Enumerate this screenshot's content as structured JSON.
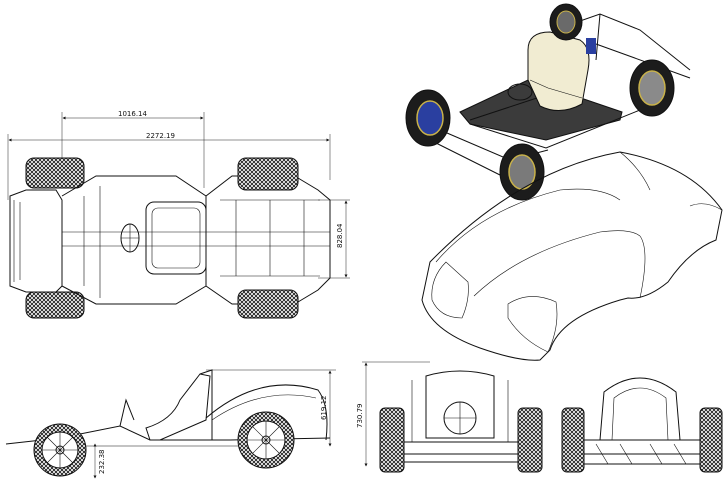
{
  "dimensions": {
    "top_wheelbase": "1016.14",
    "top_overall_length": "2272.19",
    "top_width": "828.04",
    "side_height": "619.12",
    "side_ground_clearance": "232.38",
    "front_height": "730.79"
  },
  "views": [
    "top-view",
    "isometric-chassis",
    "isometric-body-shell",
    "side-view",
    "front-view",
    "rear-view"
  ],
  "colors": {
    "line": "#111111",
    "seat": "#f1ecd2",
    "floor": "#3b3b3b",
    "hub": "#2a3fa0",
    "rim": "#c9b24a"
  }
}
